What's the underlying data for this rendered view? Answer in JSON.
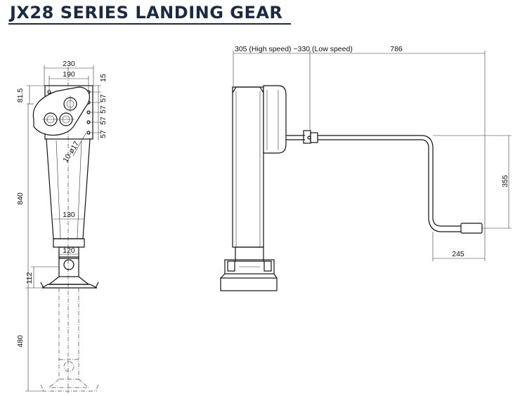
{
  "title": "JX28 SERIES LANDING GEAR",
  "front_view": {
    "dim_230": "230",
    "dim_190": "190",
    "dim_15": "15",
    "dim_81_5": "81.5",
    "dim_57_a": "57",
    "dim_57_b": "57",
    "dim_57_c": "57",
    "dim_57_d": "57",
    "hole_note": "10-ø17",
    "dim_840": "840",
    "dim_130": "130",
    "dim_120": "120",
    "dim_112": "112",
    "dim_480": "480"
  },
  "side_view": {
    "speed_note": "305 (High speed) ~330 (Low speed)",
    "dim_786": "786",
    "dim_355": "355",
    "dim_245": "245"
  }
}
